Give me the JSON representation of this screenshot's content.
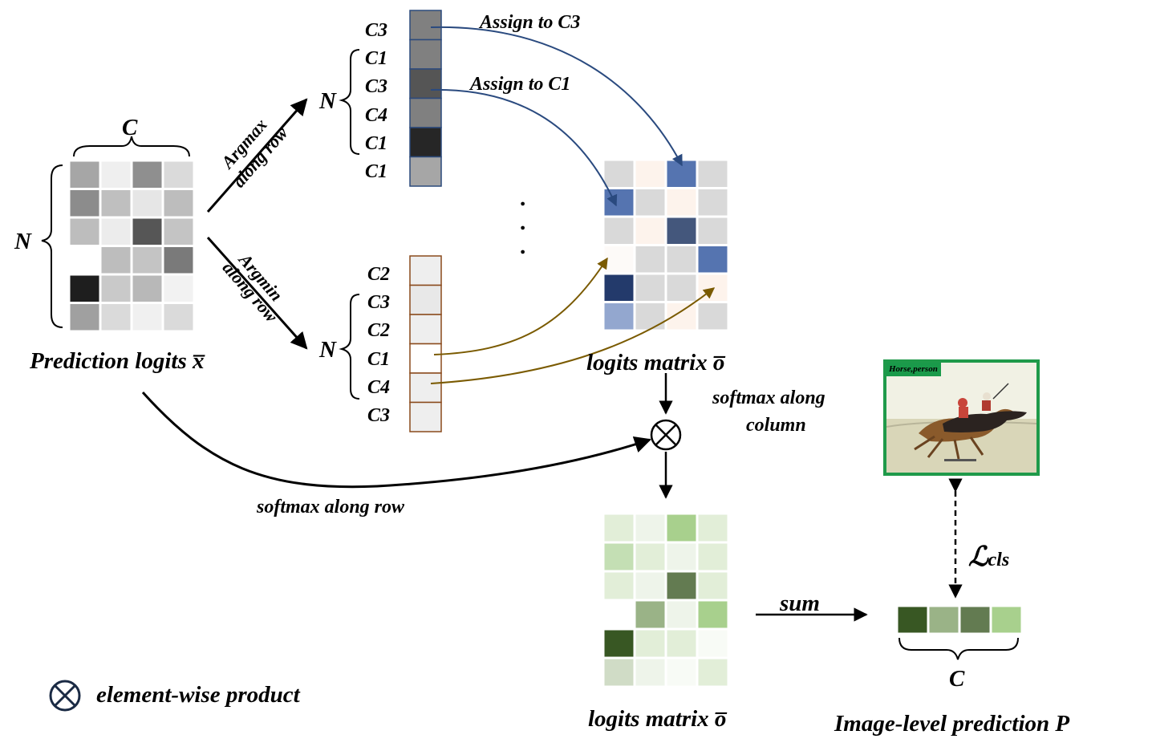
{
  "labels": {
    "c_top": "C",
    "n_left": "N",
    "prediction_logits": "Prediction logits x̅",
    "argmax": "Argmax",
    "argmax_along": "along row",
    "argmin": "Argmin",
    "argmin_along": "along row",
    "n_argmax": "N",
    "n_argmin": "N",
    "assign_c3": "Assign to C3",
    "assign_c1": "Assign to C1",
    "dots": ".\n.\n.",
    "logits_matrix_top": "logits matrix o̅",
    "softmax_column_1": "softmax along",
    "softmax_column_2": "column",
    "softmax_row": "softmax along row",
    "logits_matrix_bottom": "logits matrix o̅",
    "sum": "sum",
    "loss": "ℒ",
    "loss_sub": "cls",
    "c_bottom": "C",
    "image_level": "Image-level prediction P",
    "legend": "element-wise product",
    "photo_tag": "Horse,person"
  },
  "argmax_labels": [
    "C3",
    "C1",
    "C3",
    "C4",
    "C1",
    "C1"
  ],
  "argmin_labels": [
    "C2",
    "C3",
    "C2",
    "C1",
    "C4",
    "C3"
  ],
  "colors": {
    "blue_arrow": "#2a4a7f",
    "brown_arrow": "#7a5a00",
    "argmin_border": "#8a4a1c",
    "argmax_border": "#2c4a7c",
    "photo_border": "#1f9a4a"
  },
  "matrices": {
    "prediction": [
      [
        "#a6a6a6",
        "#efefef",
        "#8f8f8f",
        "#dadada"
      ],
      [
        "#8c8c8c",
        "#bfbfbf",
        "#e6e6e6",
        "#bdbdbd"
      ],
      [
        "#bdbdbd",
        "#ececec",
        "#565656",
        "#c4c4c4"
      ],
      [
        "#ffffff",
        "#bdbdbd",
        "#c4c4c4",
        "#7a7a7a"
      ],
      [
        "#1e1e1e",
        "#c9c9c9",
        "#b8b8b8",
        "#f2f2f2"
      ],
      [
        "#a0a0a0",
        "#dadada",
        "#f0f0f0",
        "#dadada"
      ]
    ],
    "argmax_column": [
      "#808080",
      "#808080",
      "#555555",
      "#808080",
      "#262626",
      "#a6a6a6"
    ],
    "argmin_column": [
      "#eeeeee",
      "#e8e8e8",
      "#eeeeee",
      "#ffffff",
      "#eeeeee",
      "#eeeeee"
    ],
    "logits_top": [
      [
        "#d9d9d9",
        "#fdf3ec",
        "#5574b0",
        "#d9d9d9"
      ],
      [
        "#5574b0",
        "#d9d9d9",
        "#fdf3ec",
        "#d9d9d9"
      ],
      [
        "#d9d9d9",
        "#fdf3ec",
        "#44577c",
        "#d9d9d9"
      ],
      [
        "#fdfaf8",
        "#d9d9d9",
        "#d9d9d9",
        "#5574b0"
      ],
      [
        "#233a6b",
        "#d9d9d9",
        "#d9d9d9",
        "#fdf3ec"
      ],
      [
        "#93a7cf",
        "#d9d9d9",
        "#fdf3ec",
        "#d9d9d9"
      ]
    ],
    "logits_bottom": [
      [
        "#e2eed8",
        "#eef4ea",
        "#a8d08d",
        "#e2eed8"
      ],
      [
        "#c4dfb4",
        "#e2eed8",
        "#eef4ea",
        "#e2eed8"
      ],
      [
        "#e2eed8",
        "#eef4ea",
        "#637b51",
        "#e2eed8"
      ],
      [
        "#ffffff",
        "#9ab387",
        "#eef4ea",
        "#a8d08d"
      ],
      [
        "#385723",
        "#e2eed8",
        "#e2eed8",
        "#f8fbf6"
      ],
      [
        "#d0dcc6",
        "#eef4ea",
        "#f8fbf6",
        "#e2eed8"
      ]
    ],
    "prediction_vector": [
      "#385723",
      "#9ab387",
      "#637b51",
      "#a8d08d"
    ]
  }
}
